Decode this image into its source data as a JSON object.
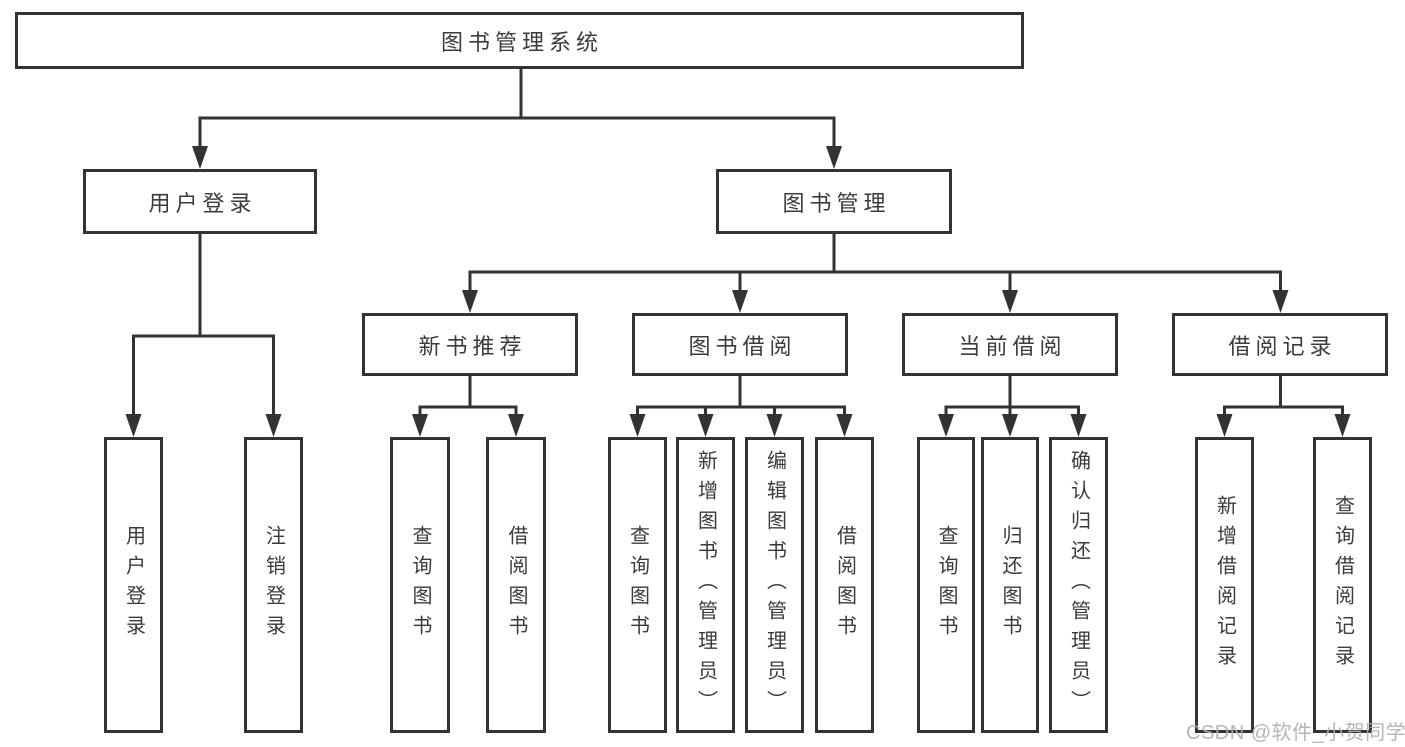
{
  "diagram": {
    "root": {
      "label": "图书管理系统"
    },
    "level2": [
      {
        "label": "用户登录"
      },
      {
        "label": "图书管理"
      }
    ],
    "level3": [
      {
        "label": "新书推荐"
      },
      {
        "label": "图书借阅"
      },
      {
        "label": "当前借阅"
      },
      {
        "label": "借阅记录"
      }
    ],
    "leaves": [
      {
        "label": "用户登录"
      },
      {
        "label": "注销登录"
      },
      {
        "label": "查询图书"
      },
      {
        "label": "借阅图书"
      },
      {
        "label": "查询图书"
      },
      {
        "label": "新增图书（管理员）"
      },
      {
        "label": "编辑图书（管理员）"
      },
      {
        "label": "借阅图书"
      },
      {
        "label": "查询图书"
      },
      {
        "label": "归还图书"
      },
      {
        "label": "确认归还（管理员）"
      },
      {
        "label": "新增借阅记录"
      },
      {
        "label": "查询借阅记录"
      }
    ],
    "watermark": {
      "label": "CSDN @软件_小贺同学"
    },
    "colors": {
      "line": "#333333",
      "text": "#3b3b3b",
      "watermark": "#b0b0b0",
      "background": "#ffffff"
    }
  }
}
